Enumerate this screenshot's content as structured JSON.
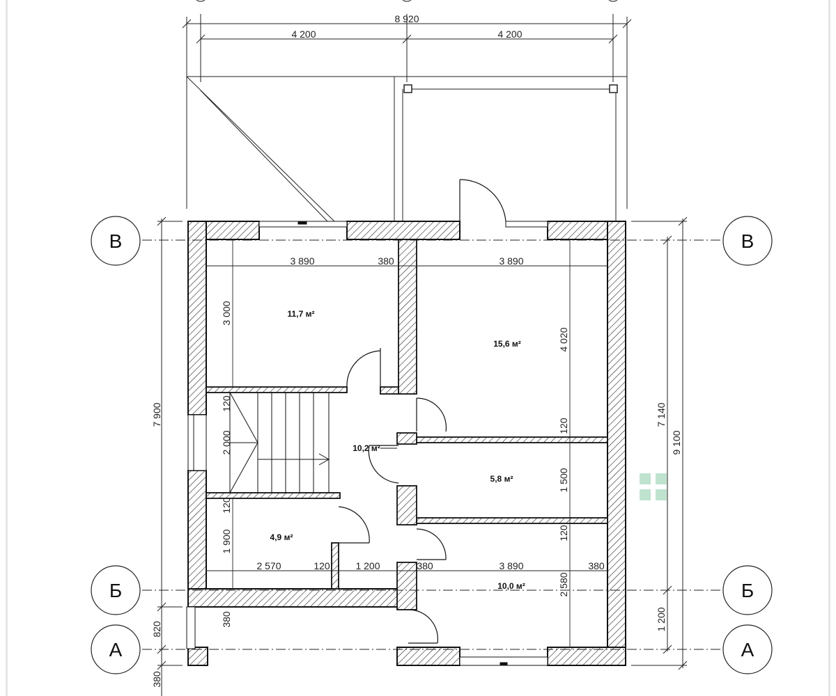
{
  "axes": {
    "v": "В",
    "b": "Б",
    "a": "А"
  },
  "dims_top": {
    "overall": "8 920",
    "left_bay": "4 200",
    "right_bay": "4 200"
  },
  "dims_interior": {
    "room1_width": "3 890",
    "wall_mid": "380",
    "room2_width": "3 890",
    "room1_depth": "3 000",
    "room2_depth": "4 020",
    "stair_top_gap": "120",
    "stair_len": "2 000",
    "stair_bottom_gap": "120",
    "wc_depth": "1 900",
    "bath_gap": "120",
    "bath_depth": "1 500",
    "bath_bottom_gap": "120",
    "bot_w1": "2 570",
    "bot_w2": "120",
    "bot_w3": "1 200",
    "bot_w4": "380",
    "bot_w5": "3 890",
    "bot_w6": "380",
    "room_bottom_depth": "2 580",
    "wall_bottom": "380"
  },
  "dims_side": {
    "left_total": "7 900",
    "left_lower": "820",
    "left_base": "380",
    "right_inner": "7 140",
    "right_total": "9 100",
    "right_lower": "1 200"
  },
  "rooms": {
    "r1": "11,7 м²",
    "r2": "15,6 м²",
    "hall": "10,2 м²",
    "bath": "5,8 м²",
    "wc": "4,9 м²",
    "r3": "10,0 м²"
  },
  "colors": {
    "wall_hatch": "#333333",
    "line": "#111111",
    "watermark": "#bfe3cf"
  }
}
